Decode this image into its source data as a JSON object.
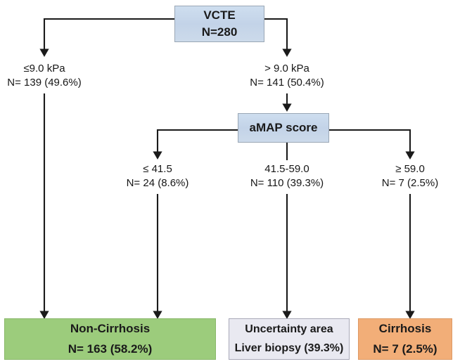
{
  "diagram": {
    "title": "VCTE and aMAP score cirrhosis diagnostic algorithm flowchart",
    "type": "flowchart",
    "colors": {
      "decision_fill": "#c5d5ea",
      "non_cirrhosis_fill": "#9ccc7c",
      "uncertainty_fill": "#e9e9f1",
      "cirrhosis_fill": "#f2ae78",
      "connector": "#1a1a1a",
      "text": "#161616"
    },
    "nodes": {
      "root": {
        "line1": "VCTE",
        "line2": "N=280"
      },
      "amap": {
        "line1": "aMAP score"
      },
      "non_cirrhosis": {
        "line1": "Non-Cirrhosis",
        "line2": "N= 163 (58.2%)"
      },
      "uncertainty": {
        "line1": "Uncertainty area",
        "line2": "Liver biopsy (39.3%)"
      },
      "cirrhosis": {
        "line1": "Cirrhosis",
        "line2": "N= 7 (2.5%)"
      }
    },
    "branch_labels": {
      "vcte_low": {
        "criterion": "≤9.0 kPa",
        "count": "N= 139 (49.6%)"
      },
      "vcte_high": {
        "criterion": "> 9.0 kPa",
        "count": "N= 141 (50.4%)"
      },
      "amap_low": {
        "criterion": "≤ 41.5",
        "count": "N= 24 (8.6%)"
      },
      "amap_mid": {
        "criterion": "41.5-59.0",
        "count": "N= 110 (39.3%)"
      },
      "amap_high": {
        "criterion": "≥ 59.0",
        "count": "N= 7 (2.5%)"
      }
    }
  }
}
